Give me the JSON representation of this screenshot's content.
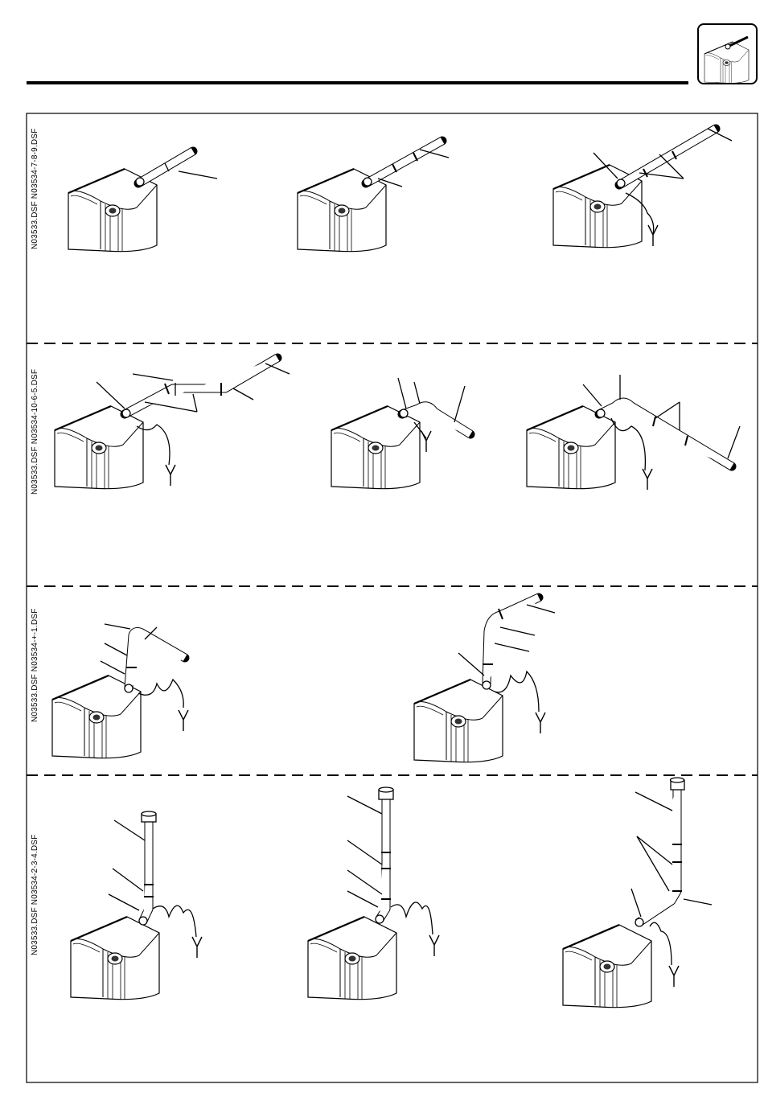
{
  "panel_labels": [
    "N03533.DSF   N03534-7-8-9.DSF",
    "N03533.DSF   N03534-10-6-5.DSF",
    "N03533.DSF   N03534-+-1.DSF",
    "N03533.DSF   N03534-2-3-4.DSF"
  ],
  "icons": {
    "corner_thumbnail": "boiler-thumbnail-icon",
    "condensate_drain": "drain-arrow-icon"
  }
}
